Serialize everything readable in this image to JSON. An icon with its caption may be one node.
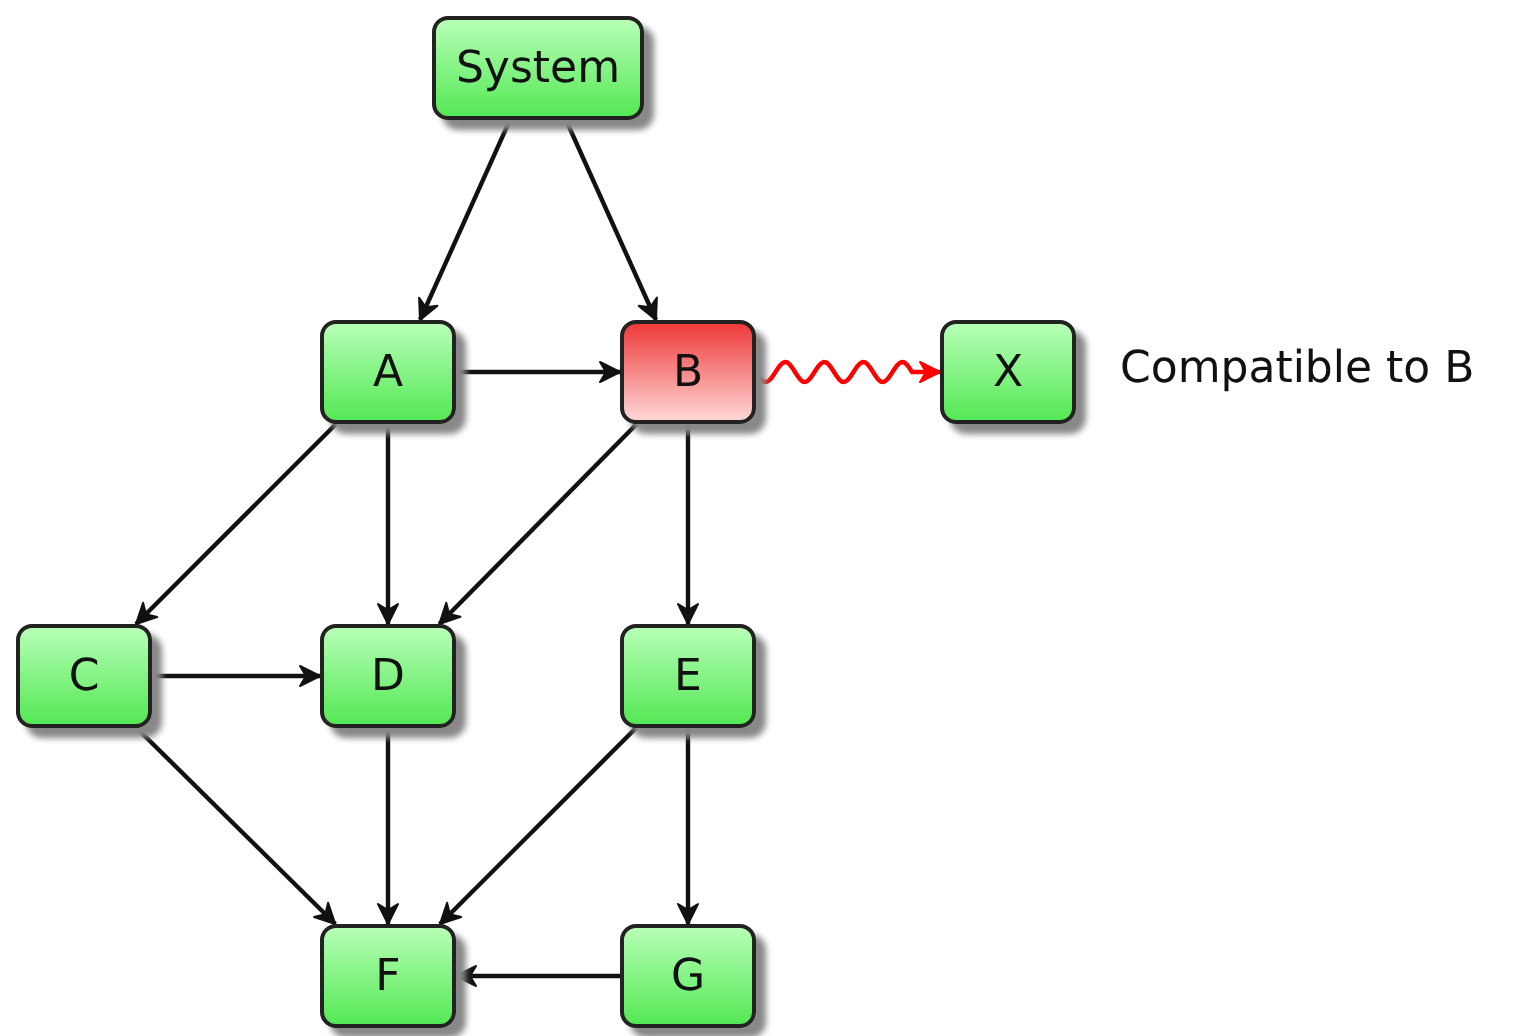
{
  "diagram": {
    "nodes": [
      {
        "text": [
          "System"
        ]
      },
      {
        "text": [
          "A"
        ]
      },
      {
        "text": [
          "B"
        ]
      },
      {
        "text": [
          "X"
        ],
        "beside": [
          "Compatible to B"
        ]
      },
      {
        "text": [
          "C"
        ]
      },
      {
        "text": [
          "D"
        ]
      },
      {
        "text": [
          "E"
        ]
      },
      {
        "text": [
          "F"
        ]
      },
      {
        "text": [
          "G"
        ]
      }
    ],
    "edges": [
      {
        "from": 0,
        "to": 1,
        "arrow": "to"
      },
      {
        "from": 0,
        "to": 2,
        "arrow": "to"
      },
      {
        "from": 1,
        "to": 2,
        "arrow": "to"
      },
      {
        "from": 2,
        "to": 3,
        "arrow": "to",
        "color": "#ff0000"
      },
      {
        "from": 1,
        "to": 4,
        "arrow": "to"
      },
      {
        "from": 1,
        "to": 5,
        "arrow": "to"
      },
      {
        "from": 2,
        "to": 5,
        "arrow": "to"
      },
      {
        "from": 2,
        "to": 6,
        "arrow": "to"
      },
      {
        "from": 4,
        "to": 5,
        "arrow": "to"
      },
      {
        "from": 4,
        "to": 7,
        "arrow": "to"
      },
      {
        "from": 5,
        "to": 7,
        "arrow": "to"
      },
      {
        "from": 6,
        "to": 7,
        "arrow": "to"
      },
      {
        "from": 6,
        "to": 8,
        "arrow": "to"
      },
      {
        "from": 8,
        "to": 7,
        "arrow": "to"
      }
    ]
  }
}
